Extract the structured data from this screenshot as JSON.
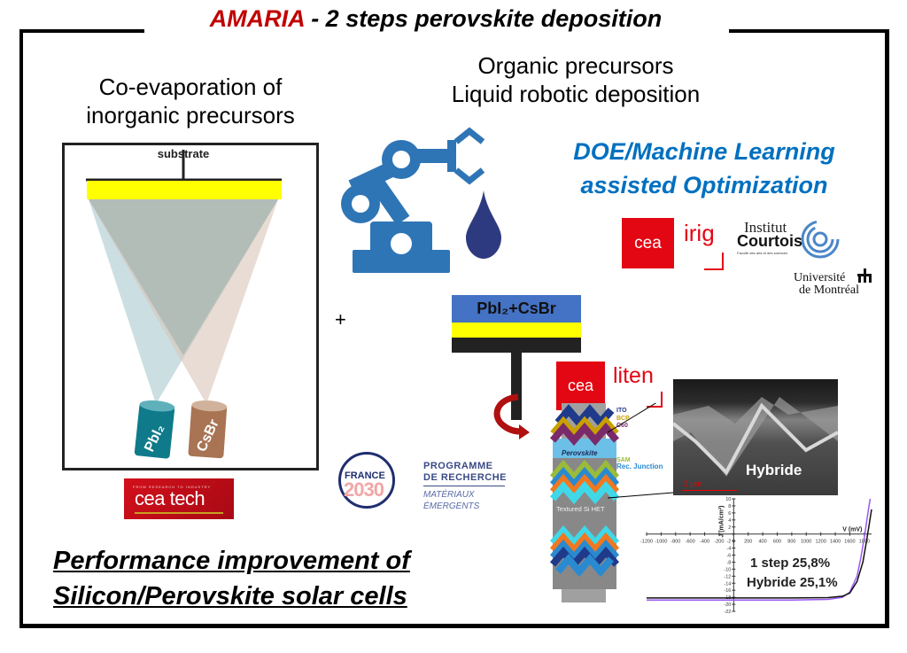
{
  "title": {
    "brand": "AMARIA",
    "rest": " - 2 steps perovskite deposition",
    "brand_color": "#c00000"
  },
  "left_section": {
    "heading_line1": "Co-evaporation of",
    "heading_line2": "inorganic precursors",
    "substrate_label": "substrate",
    "source1_label": "PbI₂",
    "source2_label": "CsBr",
    "source1_color": "#0e7a8a",
    "source2_color": "#a87454",
    "logo": {
      "tagline": "FROM RESEARCH TO INDUSTRY",
      "name": "cea tech"
    }
  },
  "middle_section": {
    "heading_line1": "Organic precursors",
    "heading_line2": "Liquid robotic deposition",
    "icons": [
      "robot-arm-icon",
      "droplet-icon"
    ],
    "plus_sign": "+",
    "stack_top_label": "PbI₂+CsBr",
    "rotation_icon": "rotation-arrow-icon"
  },
  "optimization": {
    "line1": "DOE/Machine Learning",
    "line2": "assisted Optimization",
    "color": "#0070c0"
  },
  "partners": {
    "cea_irig": {
      "mark": "cea",
      "name": "irig"
    },
    "institut_courtois": {
      "line1": "Institut",
      "line2": "Courtois",
      "line3": "Faculté des arts et des sciences"
    },
    "udem": {
      "line1": "Université",
      "line2": "de Montréal"
    },
    "cea_liten": {
      "mark": "cea",
      "name": "liten"
    },
    "france2030": {
      "word": "FRANCE",
      "year": "2030",
      "program_line1": "PROGRAMME",
      "program_line2": "DE RECHERCHE",
      "topic_line1": "MATÉRIAUX",
      "topic_line2": "ÉMERGENTS"
    }
  },
  "cell_stack": {
    "layers": [
      {
        "label": "ITO",
        "color": "#1f3a8a"
      },
      {
        "label": "BCP",
        "color": "#c8a000"
      },
      {
        "label": "C60",
        "color": "#7a2a6a"
      },
      {
        "label": "Perovskite",
        "color": "#6cc0e8"
      },
      {
        "label": "SAM",
        "color": "#9bbb3a"
      },
      {
        "label": "Rec. Junction",
        "color": "#2a8ad0"
      },
      {
        "label": "Textured Si HET",
        "color": "#888888"
      }
    ]
  },
  "sem_image": {
    "label": "Hybride",
    "scale": "2 µm"
  },
  "bottom": {
    "line1": "Performance improvement of",
    "line2": "Silicon/Perovskite solar cells"
  },
  "chart_data": {
    "type": "line",
    "title": "",
    "xlabel": "V (mV)",
    "ylabel": "J (mA/cm²)",
    "xlim": [
      -1200,
      1900
    ],
    "ylim": [
      -22,
      10
    ],
    "x_ticks": [
      -1200,
      -1000,
      -800,
      -600,
      -400,
      -200,
      0,
      200,
      400,
      600,
      800,
      1000,
      1200,
      1400,
      1600,
      1800
    ],
    "y_ticks": [
      10,
      8,
      6,
      4,
      2,
      0,
      -2,
      -4,
      -6,
      -8,
      -10,
      -12,
      -14,
      -16,
      -18,
      -20,
      -22
    ],
    "annotations": [
      "1 step 25,8%",
      "Hybride 25,1%"
    ],
    "series": [
      {
        "name": "1 step",
        "color": "#9b59f0",
        "x": [
          -1200,
          0,
          800,
          1300,
          1500,
          1600,
          1700,
          1750,
          1800,
          1850,
          1880
        ],
        "y": [
          -18.8,
          -18.8,
          -18.8,
          -18.6,
          -18.0,
          -16.5,
          -12.0,
          -7.0,
          -1.0,
          6.0,
          10.0
        ]
      },
      {
        "name": "Hybride",
        "color": "#111111",
        "x": [
          -1200,
          0,
          800,
          1300,
          1500,
          1600,
          1700,
          1780,
          1830,
          1870,
          1900
        ],
        "y": [
          -18.2,
          -18.2,
          -18.2,
          -18.1,
          -17.7,
          -16.8,
          -13.5,
          -8.0,
          -2.0,
          3.0,
          7.0
        ]
      }
    ]
  }
}
